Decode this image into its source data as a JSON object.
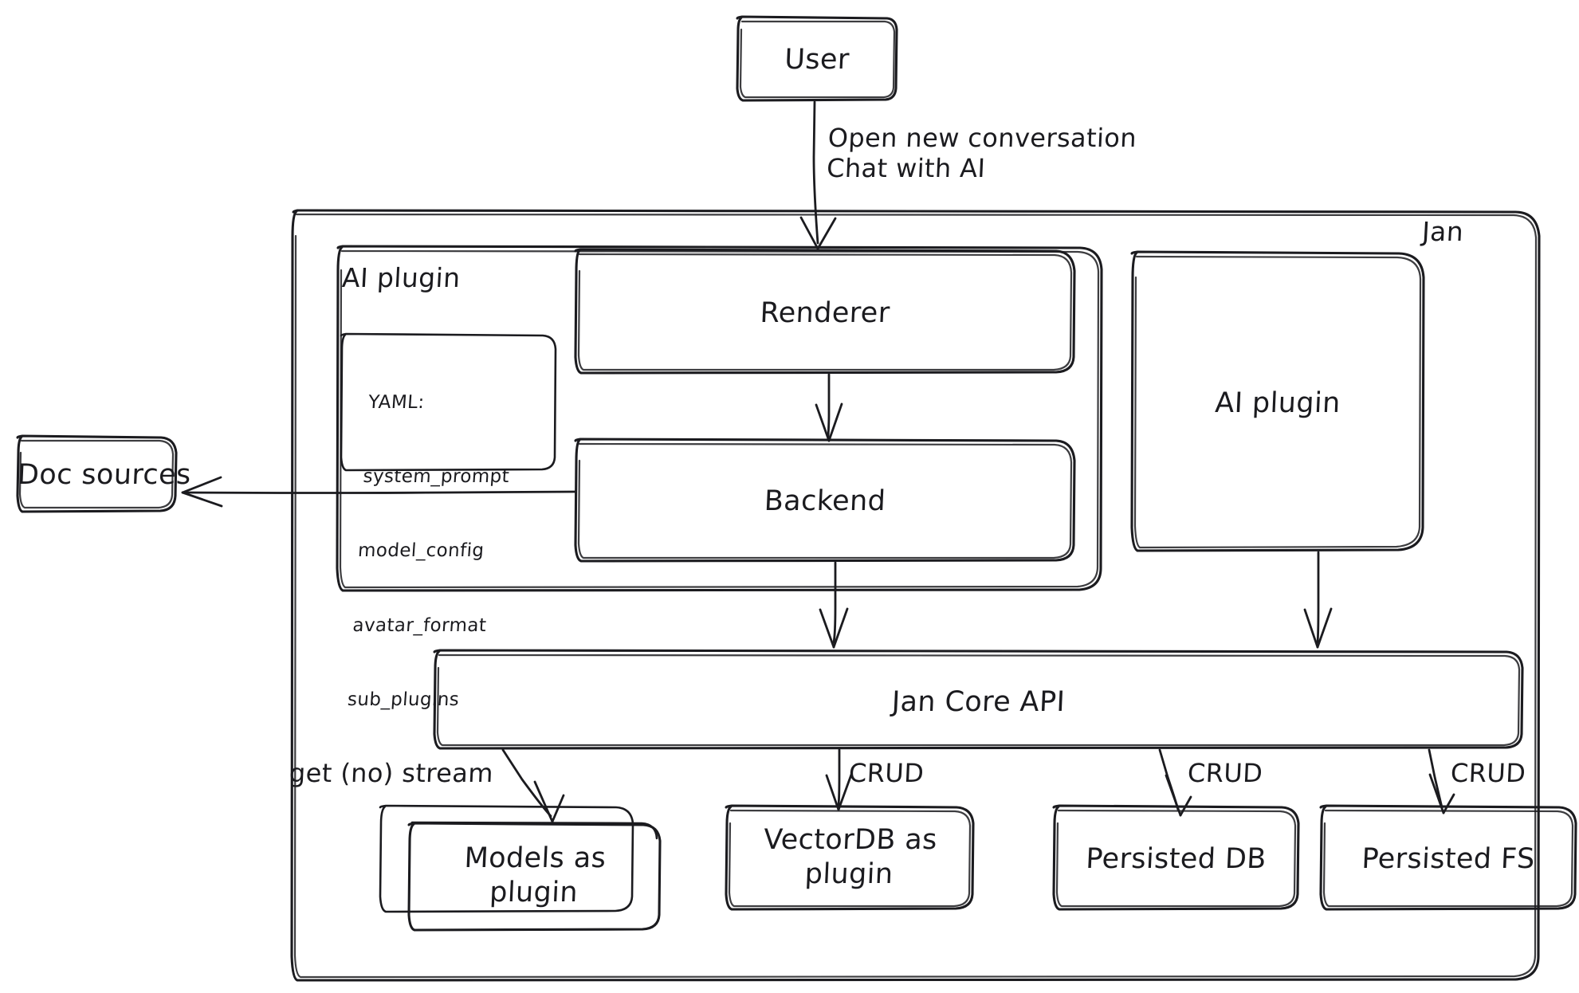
{
  "diagram": {
    "title": "Jan architecture",
    "style": "hand-drawn",
    "stroke_color": "#1b1b1f",
    "background_color": "#ffffff"
  },
  "containers": {
    "jan": {
      "label": "Jan"
    },
    "ai_plugin_group": {
      "label": "AI plugin"
    }
  },
  "nodes": {
    "user": {
      "label": "User"
    },
    "renderer": {
      "label": "Renderer"
    },
    "backend": {
      "label": "Backend"
    },
    "ai_plugin": {
      "label": "AI plugin"
    },
    "doc_sources": {
      "label": "Doc sources"
    },
    "jan_core_api": {
      "label": "Jan Core API"
    },
    "models_as_plugin": {
      "label": "Models as\nplugin"
    },
    "vectordb_as_plugin": {
      "label": "VectorDB as\nplugin"
    },
    "persisted_db": {
      "label": "Persisted DB"
    },
    "persisted_fs": {
      "label": "Persisted FS"
    }
  },
  "yaml_note": {
    "title": "YAML:",
    "keys": [
      "system_prompt",
      "model_config",
      "avatar_format",
      "sub_plugins"
    ]
  },
  "edges": [
    {
      "from": "user",
      "to": "renderer",
      "label": "Open new conversation\nChat with AI"
    },
    {
      "from": "renderer",
      "to": "backend",
      "label": ""
    },
    {
      "from": "backend",
      "to": "doc_sources",
      "label": ""
    },
    {
      "from": "backend",
      "to": "jan_core_api",
      "label": ""
    },
    {
      "from": "ai_plugin",
      "to": "jan_core_api",
      "label": ""
    },
    {
      "from": "jan_core_api",
      "to": "models_as_plugin",
      "label": "get (no) stream"
    },
    {
      "from": "jan_core_api",
      "to": "vectordb_as_plugin",
      "label": "CRUD"
    },
    {
      "from": "jan_core_api",
      "to": "persisted_db",
      "label": "CRUD"
    },
    {
      "from": "jan_core_api",
      "to": "persisted_fs",
      "label": "CRUD"
    }
  ],
  "edge_labels": {
    "user_to_renderer": "Open new conversation\nChat with AI",
    "models": "get (no) stream",
    "vectordb": "CRUD",
    "persisted_db": "CRUD",
    "persisted_fs": "CRUD"
  }
}
